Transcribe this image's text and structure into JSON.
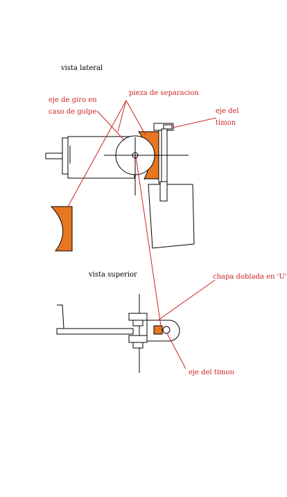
{
  "labels": {
    "vista_lateral": "vista lateral",
    "eje_giro_line1": "eje de giro en",
    "eje_giro_line2": "caso de golpe",
    "pieza_separacion": "pieza de separacion",
    "eje_del_line1": "eje del",
    "eje_del_line2": "timon",
    "vista_superior": "vista superior",
    "chapa_doblada": "chapa doblada en 'U'",
    "eje_del_timon": "eje del timon"
  },
  "colors": {
    "ink": "#000000",
    "annotation": "#cc2222",
    "part_fill": "#e8761e",
    "background": "#ffffff"
  }
}
